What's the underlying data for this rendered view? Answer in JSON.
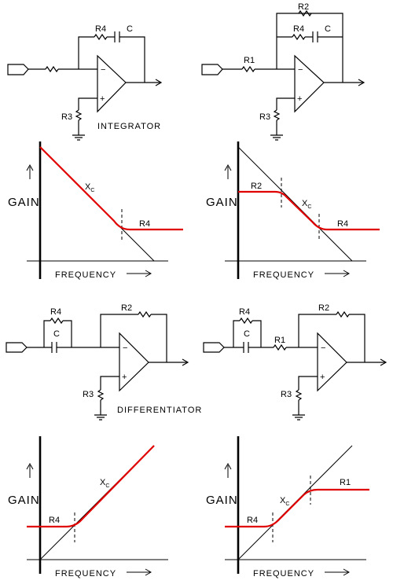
{
  "labels": {
    "r1": "R1",
    "r2": "R2",
    "r3": "R3",
    "r4": "R4",
    "c": "C",
    "minus": "−",
    "plus": "+",
    "integrator": "INTEGRATOR",
    "differentiator": "DIFFERENTIATOR",
    "gain": "GAIN",
    "frequency": "FREQUENCY",
    "xc_main": "X",
    "xc_sub": "C"
  },
  "colors": {
    "response_curve": "#e00000",
    "lines": "#000000",
    "background": "#ffffff"
  }
}
